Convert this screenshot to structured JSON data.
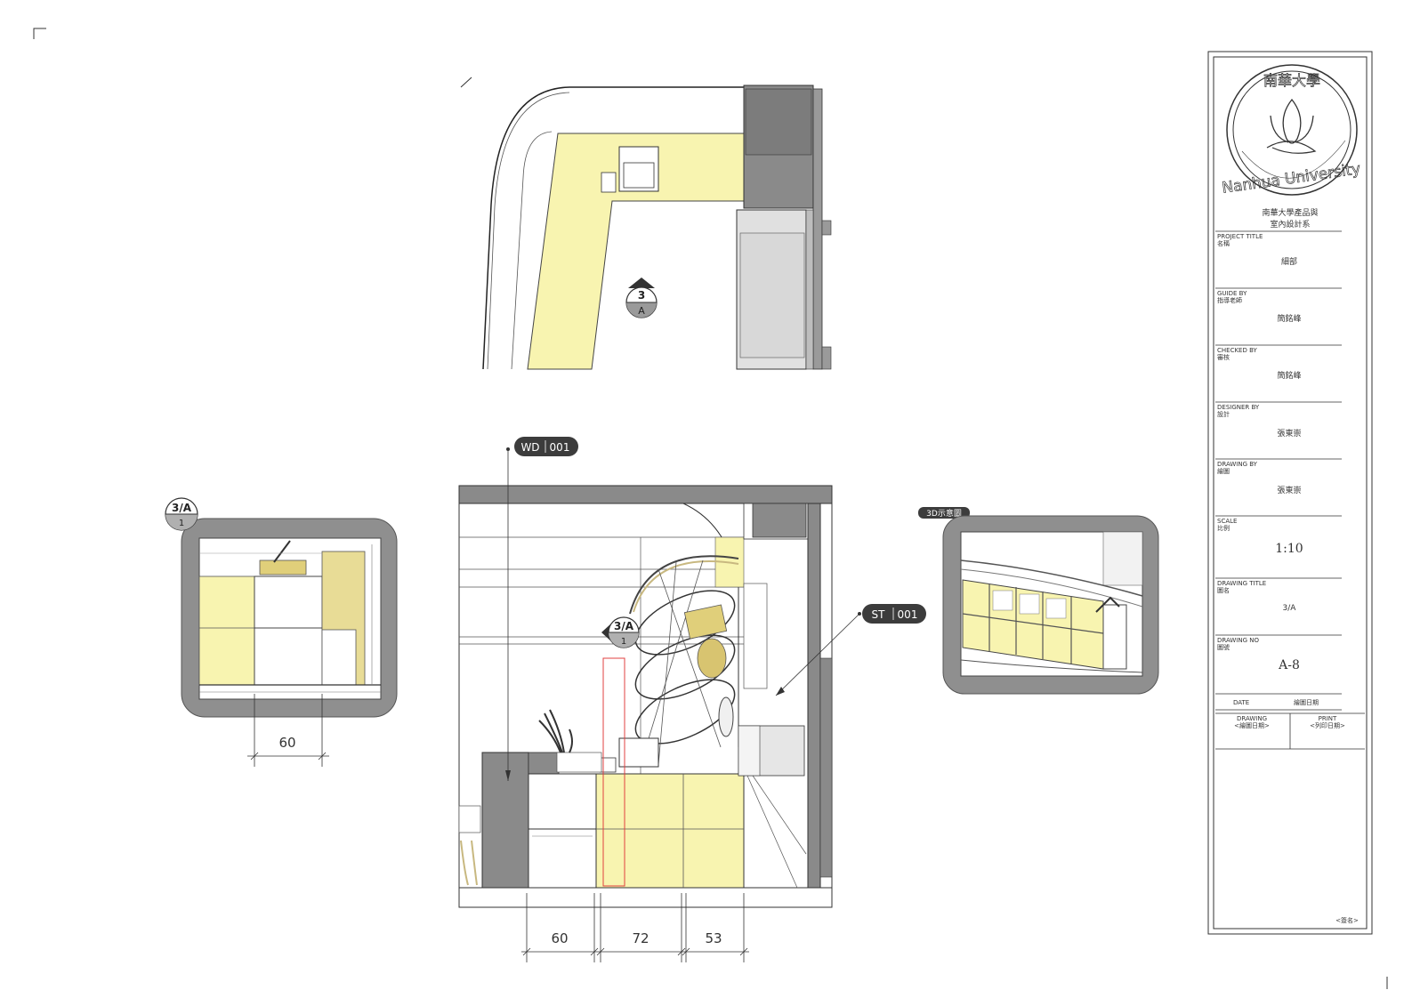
{
  "tags": {
    "wd": {
      "a": "WD",
      "b": "001"
    },
    "st": {
      "a": "ST",
      "b": "001"
    },
    "perspective": "3D示意圖"
  },
  "section_markers": {
    "plan": {
      "top": "3",
      "bottom": "A"
    },
    "detail": {
      "top": "3/A",
      "bottom": "1"
    },
    "elevation": {
      "top": "3/A",
      "bottom": "1"
    }
  },
  "dimensions": {
    "detail": "60",
    "elevation": [
      "60",
      "72",
      "53"
    ]
  },
  "title_block": {
    "logo_text": "Nanhua University",
    "logo_chars": "南華大學",
    "department_line1": "南華大學產品與",
    "department_line2": "室內設計系",
    "fields": [
      {
        "label_en": "PROJECT TITLE",
        "label_zh": "名稱",
        "value": "細部"
      },
      {
        "label_en": "GUIDE   BY",
        "label_zh": "指導老師",
        "value": "簡銘峰"
      },
      {
        "label_en": "CHECKED  BY",
        "label_zh": "審核",
        "value": "簡銘峰"
      },
      {
        "label_en": "DESIGNER  BY",
        "label_zh": "設計",
        "value": "張東崇"
      },
      {
        "label_en": "DRAWING  BY",
        "label_zh": "繪圖",
        "value": "張東崇"
      },
      {
        "label_en": "SCALE",
        "label_zh": "比例",
        "value": "1:10"
      },
      {
        "label_en": "DRAWING TITLE",
        "label_zh": "圖名",
        "value": "3/A"
      },
      {
        "label_en": "DRAWING NO",
        "label_zh": "圖號",
        "value": "A-8"
      }
    ],
    "date_label": "DATE",
    "date_value": "繪圖日期",
    "drawing_label": "DRAWING",
    "drawing_value": "<繪圖日期>",
    "print_label": "PRINT",
    "print_value": "<列印日期>",
    "footer": "<簽名>"
  },
  "colors": {
    "cabinet_yellow": "#f8f4b0",
    "wall_gray": "#8a8a8a",
    "tag_dark": "#3c3c3c",
    "frame_gray": "#8f8f8f"
  }
}
